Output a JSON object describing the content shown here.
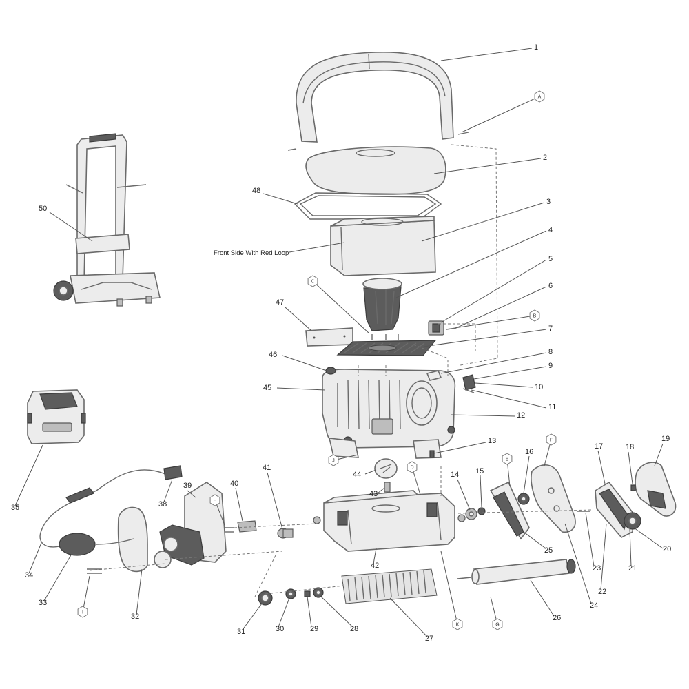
{
  "diagram": {
    "part_numbers": [
      "1",
      "2",
      "3",
      "4",
      "5",
      "6",
      "7",
      "8",
      "9",
      "10",
      "11",
      "12",
      "13",
      "14",
      "15",
      "16",
      "17",
      "18",
      "19",
      "20",
      "21",
      "22",
      "23",
      "24",
      "25",
      "26",
      "27",
      "28",
      "29",
      "30",
      "31",
      "32",
      "33",
      "34",
      "35",
      "38",
      "39",
      "40",
      "41",
      "42",
      "43",
      "44",
      "45",
      "46",
      "47",
      "48",
      "50"
    ],
    "reference_letters": [
      "A",
      "B",
      "C",
      "D",
      "E",
      "F",
      "G",
      "H",
      "I",
      "J",
      "K"
    ],
    "annotation": "Front Side With Red Loop"
  }
}
